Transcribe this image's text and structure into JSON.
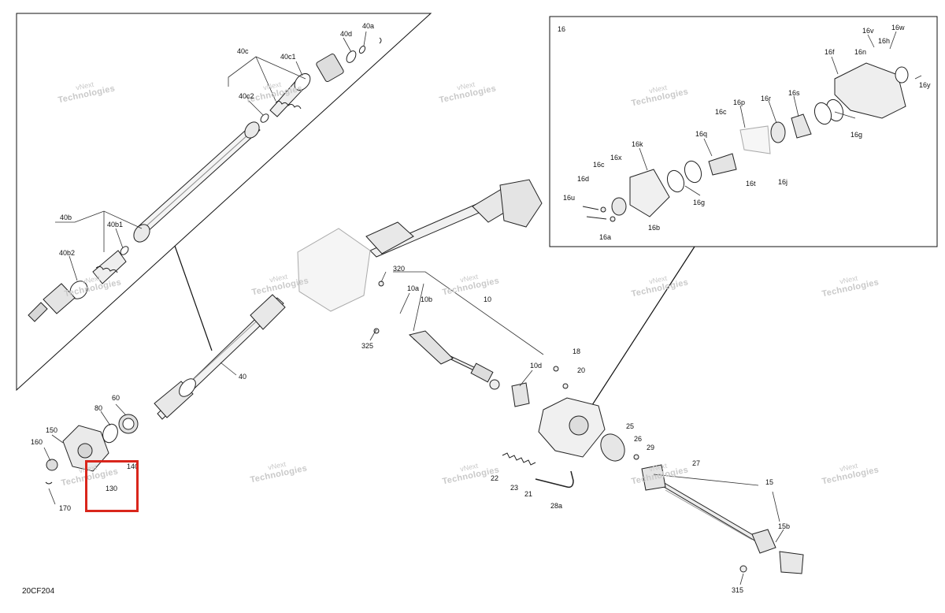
{
  "diagram": {
    "drawing_code": "20CF204",
    "inset_label": "16",
    "watermark": {
      "line1": "vNext",
      "line2": "Technologies",
      "full": "vNext Technologies"
    },
    "highlight_color": "#d9261c",
    "callouts": {
      "c40a": "40a",
      "c40d": "40d",
      "c40c": "40c",
      "c40c1": "40c1",
      "c40c2": "40c2",
      "c40b": "40b",
      "c40b1": "40b1",
      "c40b2": "40b2",
      "c40": "40",
      "c60": "60",
      "c80": "80",
      "c150": "150",
      "c160": "160",
      "c140": "140",
      "c130": "130",
      "c170": "170",
      "c320": "320",
      "c325": "325",
      "c10a": "10a",
      "c10b": "10b",
      "c10": "10",
      "c10d": "10d",
      "c18": "18",
      "c20": "20",
      "c25": "25",
      "c26": "26",
      "c29": "29",
      "c27": "27",
      "c22": "22",
      "c23": "23",
      "c21": "21",
      "c28a": "28a",
      "c15": "15",
      "c15b": "15b",
      "c315": "315",
      "c16v": "16v",
      "c16w": "16w",
      "c16h": "16h",
      "c16f": "16f",
      "c16n": "16n",
      "c16y": "16y",
      "c16s": "16s",
      "c16r": "16r",
      "c16p": "16p",
      "c16c": "16c",
      "c16g1": "16g",
      "c16q": "16q",
      "c16k": "16k",
      "c16x": "16x",
      "c16c2": "16c",
      "c16d": "16d",
      "c16t": "16t",
      "c16j": "16j",
      "c16g2": "16g",
      "c16u": "16u",
      "c16b": "16b",
      "c16a": "16a"
    }
  }
}
